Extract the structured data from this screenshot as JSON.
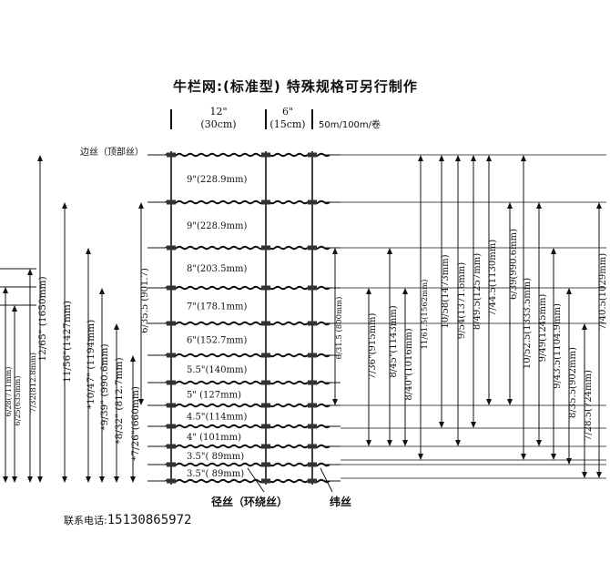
{
  "title": "牛栏网:(标准型)  特殊规格可另行制作",
  "top_dimensions": [
    {
      "inch": "12\"",
      "metric": "(30cm)"
    },
    {
      "inch": "6\"",
      "metric": "(15cm)"
    },
    {
      "text": "50m/100m/卷"
    }
  ],
  "top_wire_label": "边丝（顶部丝）",
  "spacings": [
    "9\"(228.9mm)",
    "9\"(228.9mm)",
    "8\"(203.5mm)",
    "7\"(178.1mm)",
    "6\"(152.7mm)",
    "5.5\"(140mm)",
    "5\" (127mm)",
    "4.5\"(114mm)",
    "4\"  (101mm)",
    "3.5\"( 89mm)",
    "3.5\"( 89mm)"
  ],
  "bottom_labels": {
    "stay_wire": "径丝（环绕丝）",
    "line_wire": "纬丝"
  },
  "left_specs": [
    "6/28(711mm)",
    "6/25(635mm)",
    "7/32(812.8mm)",
    "12/65\" (1650mm)",
    "11/56\"(1427mm)",
    "*10/47\" (1194mm)",
    "*9/39\" (990.6mm)",
    "*8/32\" (812.7mm)",
    "*7/26\"(660mm)",
    "6/35.5 (901.7)",
    "6/31.5 (800mm)"
  ],
  "right_specs": [
    "7/36\"(915mm)",
    "8/45\"(1143mm)",
    "8/40\"(1016mm)",
    "11/61.5(1562mm)",
    "10/58(1473mm)",
    "9/54(1371.6mm)",
    "8/49.5(1257mm)",
    "7/44.5(1130mm)",
    "6/39(990.6mm)",
    "10/52.5(1333.5mm)",
    "9/49(1245mm)",
    "9/43.5(1104.9mm)",
    "8/35.5(902mm)",
    "7/28.5(724mm)",
    "7/40.5(1029mm)"
  ],
  "contact": {
    "label": "联系电话:",
    "phone": "15130865972"
  }
}
